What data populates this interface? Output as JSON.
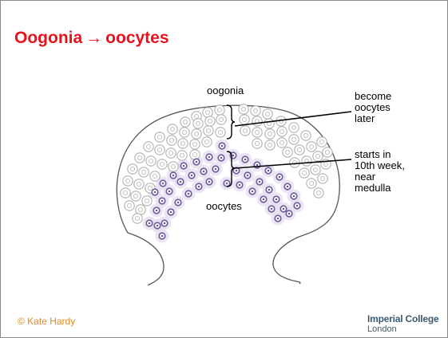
{
  "title": {
    "left": "Oogonia",
    "arrow": "→",
    "right": "oocytes"
  },
  "labels": {
    "oogonia": "oogonia",
    "oocytes": "oocytes",
    "become_later": "become\noocytes\nlater",
    "starts_in": "starts in\n10th week,\nnear\nmedulla"
  },
  "footer": {
    "copyright": "© Kate Hardy",
    "logo_line1": "Imperial College",
    "logo_line2": "London"
  },
  "colors": {
    "title": "#e8121d",
    "copyright": "#e08a1e",
    "logo": "#3a5a72",
    "oocyte_nucleus": "#6a5a9c",
    "oocyte_halo": "#e4dcef",
    "oogonia_cell": "#b0b0b0"
  }
}
